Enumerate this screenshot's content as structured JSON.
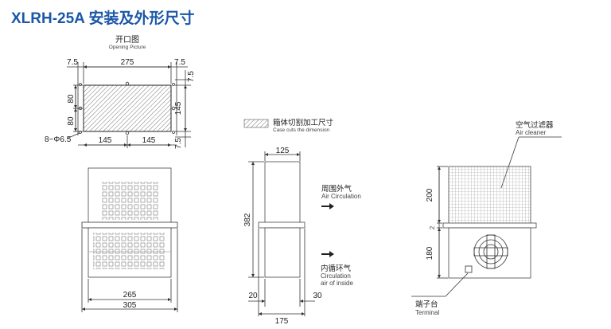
{
  "title": "XLRH-25A 安装及外形尺寸",
  "opening": {
    "caption_cn": "开口图",
    "caption_en": "Opening Picture",
    "dim_top_left": "7.5",
    "dim_top_width": "275",
    "dim_top_right": "7.5",
    "dim_right_top": "7.5",
    "dim_right_height": "145",
    "dim_right_bottom": "7.5",
    "dim_left_upper": "80",
    "dim_left_lower": "80",
    "holes": "8−Φ6.5",
    "dim_bottom_left": "145",
    "dim_bottom_right": "145"
  },
  "front": {
    "dim_inner": "265",
    "dim_outer": "305"
  },
  "side": {
    "legend_cn": "箱体切割加工尺寸",
    "legend_en": "Case cuts the dimension",
    "dim_top": "125",
    "dim_height": "382",
    "dim_left": "20",
    "dim_right": "30",
    "dim_bottom": "175",
    "air_circ_cn": "周围外气",
    "air_circ_en": "Air Circulation",
    "inner_cn": "内循环气",
    "inner_en1": "Circulation",
    "inner_en2": "air of inside"
  },
  "right": {
    "cleaner_cn": "空气过滤器",
    "cleaner_en": "Air cleaner",
    "dim_upper": "200",
    "dim_gap": "2",
    "dim_lower": "180",
    "terminal_cn": "端子台",
    "terminal_en": "Terminal"
  }
}
